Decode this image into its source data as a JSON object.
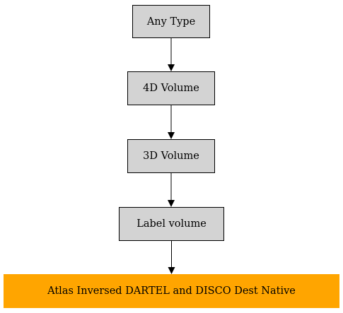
{
  "diagram": {
    "nodes": [
      {
        "id": "any-type",
        "label": "Any Type",
        "fill": "#d3d3d3"
      },
      {
        "id": "4d-volume",
        "label": "4D Volume",
        "fill": "#d3d3d3"
      },
      {
        "id": "3d-volume",
        "label": "3D Volume",
        "fill": "#d3d3d3"
      },
      {
        "id": "label-volume",
        "label": "Label volume",
        "fill": "#d3d3d3"
      },
      {
        "id": "atlas-inversed",
        "label": "Atlas Inversed DARTEL and DISCO Dest Native",
        "fill": "#ffa500"
      }
    ],
    "edges": [
      {
        "from": "any-type",
        "to": "4d-volume"
      },
      {
        "from": "4d-volume",
        "to": "3d-volume"
      },
      {
        "from": "3d-volume",
        "to": "label-volume"
      },
      {
        "from": "label-volume",
        "to": "atlas-inversed"
      }
    ],
    "edge_color": "#000000"
  }
}
